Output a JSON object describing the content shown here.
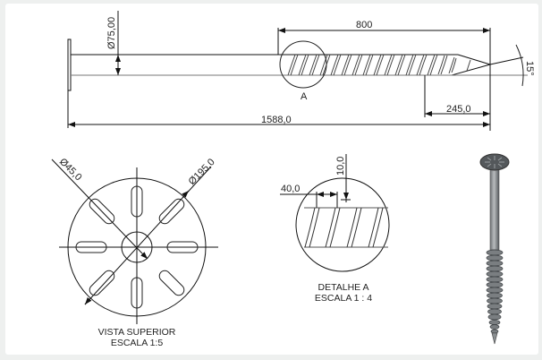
{
  "drawing": {
    "side_view": {
      "shaft_diameter": "Ø75,00",
      "thread_length": "800",
      "tip_length": "245,0",
      "total_length": "1588,0",
      "tip_angle": "15°",
      "detail_marker": "A"
    },
    "top_view": {
      "inner_diameter": "Ø45,0",
      "outer_diameter": "Ø195,0",
      "caption_line1": "VISTA SUPERIOR",
      "caption_line2": "ESCALA 1:5"
    },
    "detail_view": {
      "pitch": "40,0",
      "thread_depth": "10,0",
      "caption_line1": "DETALHE A",
      "caption_line2": "ESCALA 1 : 4"
    },
    "render_view": {
      "label": "ground-screw-3d-render"
    }
  }
}
